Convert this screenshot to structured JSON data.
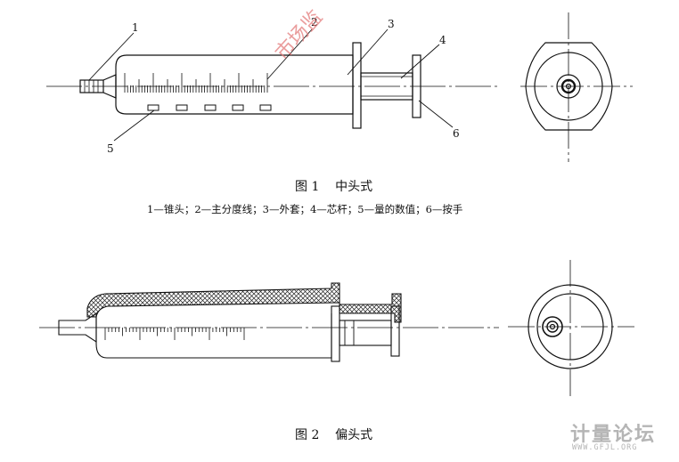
{
  "figure1": {
    "caption": "图 1    中头式",
    "legend": "1—锥头；2—主分度线；3—外套；4—芯杆；5—量的数值；6—按手",
    "labels": [
      "1",
      "2",
      "3",
      "4",
      "5",
      "6"
    ]
  },
  "figure2": {
    "caption": "图 2    偏头式"
  },
  "watermark": {
    "text": "市场监"
  },
  "logo": {
    "text": "计量论坛",
    "url": "WWW.GFJL.ORG"
  },
  "colors": {
    "ink": "#111111",
    "watermark": "#e37b7b",
    "logo": "#b5b5b5"
  }
}
